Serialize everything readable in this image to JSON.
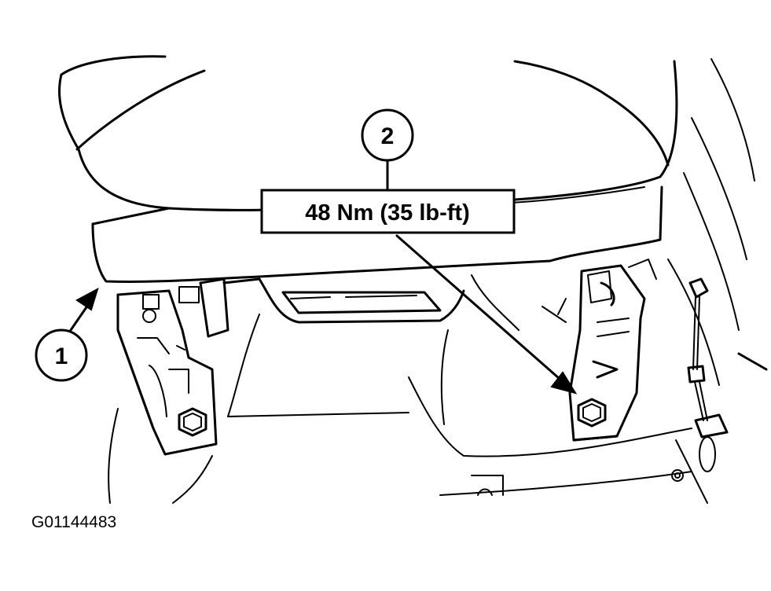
{
  "diagram": {
    "callouts": [
      {
        "number": "1"
      },
      {
        "number": "2"
      }
    ],
    "torque_spec": "48 Nm (35 lb-ft)",
    "figure_id": "G01144483"
  },
  "colors": {
    "ink": "#000000",
    "paper": "#ffffff"
  }
}
